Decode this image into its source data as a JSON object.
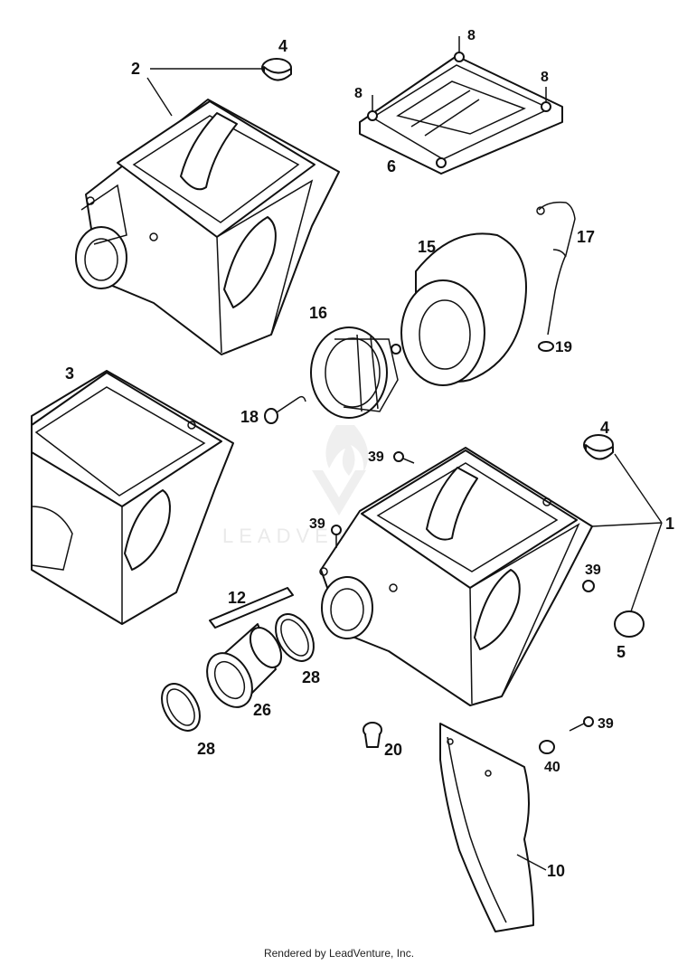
{
  "watermark": {
    "text": "LEADVENTURE"
  },
  "footer": {
    "text": "Rendered by LeadVenture, Inc."
  },
  "callouts": {
    "c2": "2",
    "c4a": "4",
    "c8a": "8",
    "c8b": "8",
    "c8c": "8",
    "c6": "6",
    "c17": "17",
    "c15": "15",
    "c16": "16",
    "c19": "19",
    "c3": "3",
    "c18": "18",
    "c39a": "39",
    "c4b": "4",
    "c1": "1",
    "c39b": "39",
    "c39c": "39",
    "c12": "12",
    "c5": "5",
    "c28a": "28",
    "c26": "26",
    "c28b": "28",
    "c20": "20",
    "c39d": "39",
    "c40": "40",
    "c10": "10"
  }
}
